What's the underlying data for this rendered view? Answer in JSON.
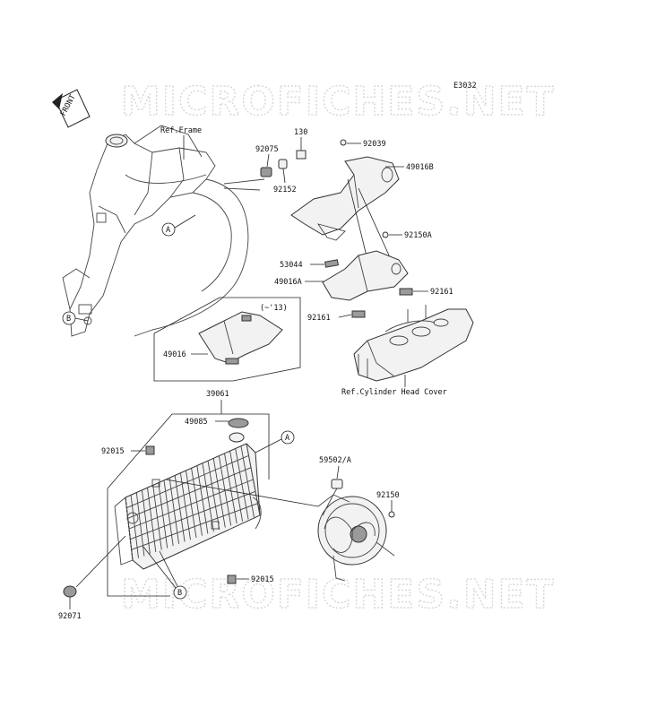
{
  "diagram_code": "E3032",
  "watermark": "MICROFICHES.NET",
  "front_marker": "FRONT",
  "labels": {
    "ref_frame": "Ref.Frame",
    "ref_cylinder_head_cover": "Ref.Cylinder Head Cover",
    "year_note": "(~'13)"
  },
  "parts": {
    "p130": "130",
    "p92075": "92075",
    "p92152": "92152",
    "p92039": "92039",
    "p49016B": "49016B",
    "p92150A": "92150A",
    "p53044": "53044",
    "p49016A": "49016A",
    "p92161a": "92161",
    "p92161b": "92161",
    "p49016": "49016",
    "p39061": "39061",
    "p49085": "49085",
    "p92015a": "92015",
    "p92015b": "92015",
    "p59502A": "59502/A",
    "p92150": "92150",
    "p92071": "92071"
  },
  "callouts": {
    "a1": "A",
    "a2": "A",
    "b1": "B",
    "b2": "B"
  }
}
